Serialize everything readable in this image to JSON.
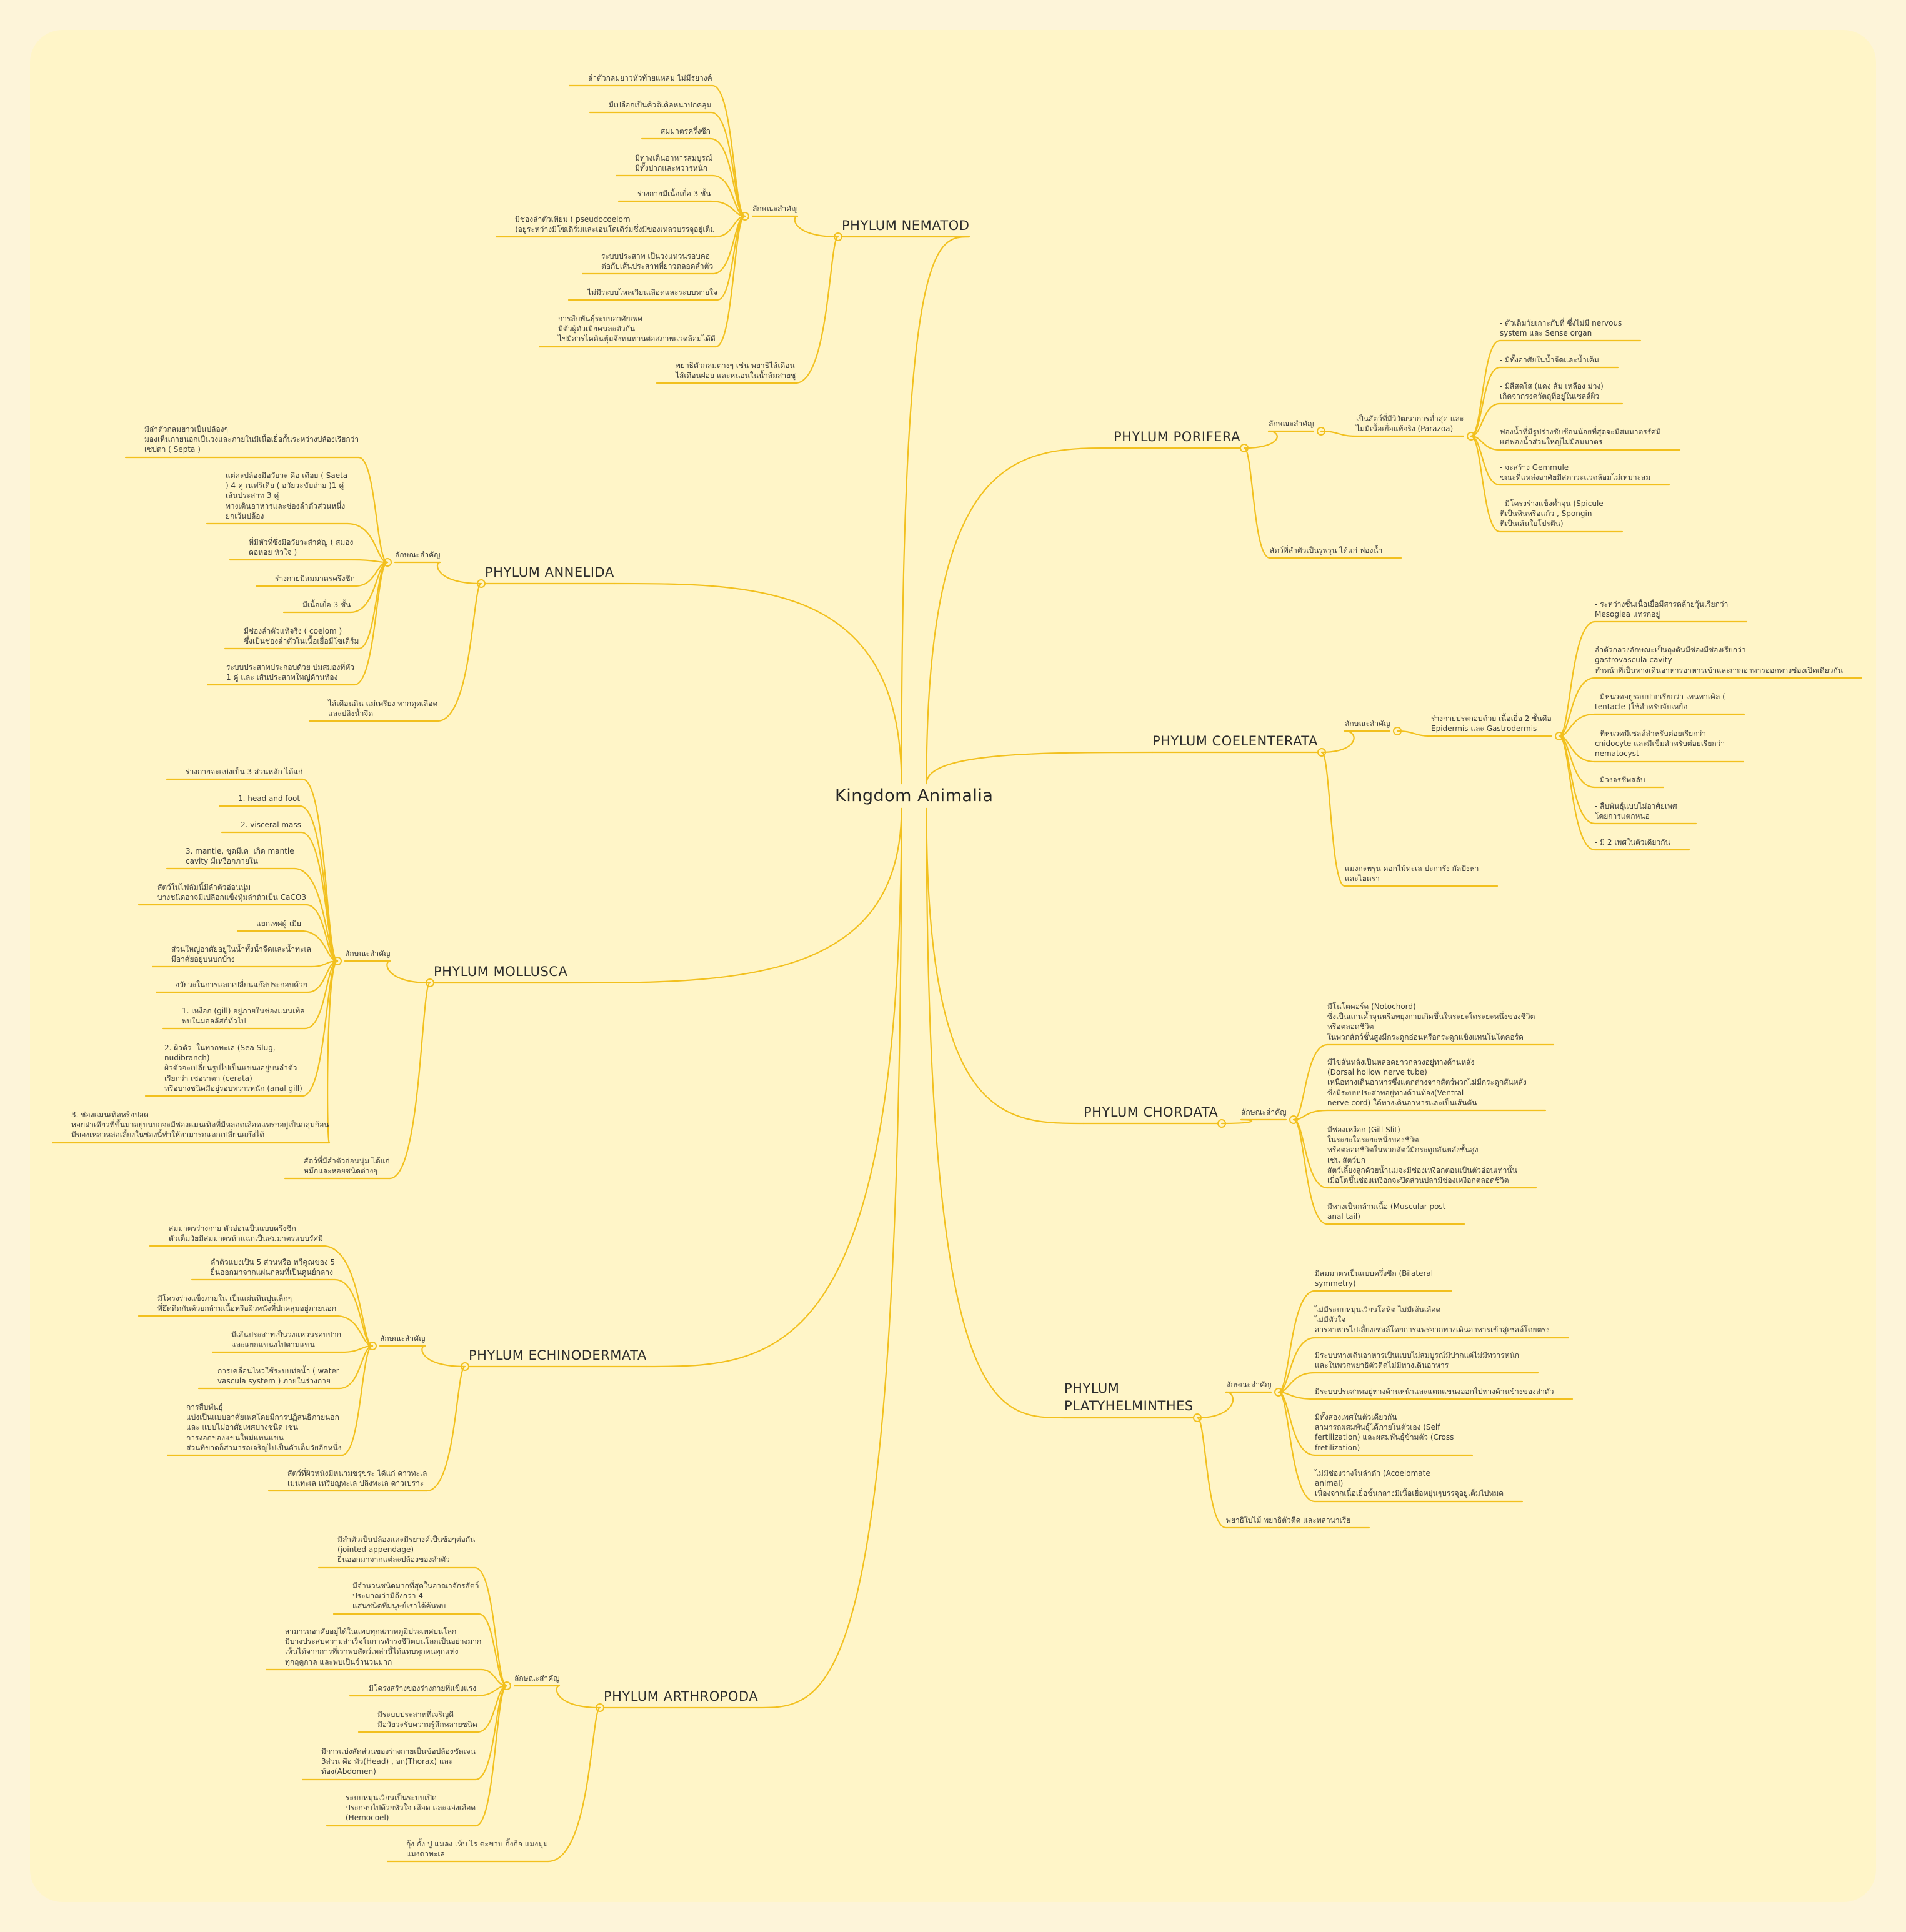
{
  "root": "Kingdom Animalia",
  "category_label": "ลักษณะสำคัญ",
  "colors": {
    "line": "#f2c01e",
    "node_fill": "#fff5c8",
    "text": "#3b3b3b",
    "background": "#fff5c8"
  },
  "phyla": [
    {
      "key": "nematod",
      "label": "PHYLUM NEMATOD",
      "features": [
        "ลำตัวกลมยาวหัวท้ายแหลม ไม่มีรยางค์",
        "มีเปลือกเป็นคิวติเคิลหนาปกคลุม",
        "สมมาตรครึ่งซีก",
        "มีทางเดินอาหารสมบูรณ์\nมีทั้งปากและทวารหนัก",
        "ร่างกายมีเนื้อเยื่อ 3 ชั้น",
        "มีช่องลำตัวเทียม ( pseudocoelom\n)อยู่ระหว่างมีโซเดิร์มและเอนโดเดิร์มซึ่งมีของเหลวบรรจุอยู่เต็ม",
        "ระบบประสาท เป็นวงแหวนรอบคอ\nต่อกับเส้นประสาทที่ยาวตลอดลำตัว",
        "ไม่มีระบบไหลเวียนเลือดและระบบหายใจ",
        "การสืบพันธุ์ระบบอาศัยเพศ\nมีตัวผู้ตัวเมียคนละตัวกัน\nไข่มีสารไคตินหุ้มจึงทนทานต่อสภาพแวดล้อมได้ดี"
      ],
      "examples": "พยาธิตัวกลมต่างๆ เช่น พยาธิไส้เดือน\nไส้เดือนฝอย และหนอนในน้ำส้มสายชู"
    },
    {
      "key": "porifera",
      "label": "PHYLUM PORIFERA",
      "mid": "เป็นสัตว์ที่มีวิวัฒนาการต่ำสุด และ\nไม่มีเนื้อเยื่อแท้จริง (Parazoa)",
      "features": [
        "- ตัวเต็มวัยเกาะกับที่ ซึ่งไม่มี nervous\nsystem และ Sense organ",
        "- มีทั้งอาศัยในน้ำจืดและน้ำเค็ม",
        "- มีสีสดใส (แดง ส้ม เหลือง ม่วง)\nเกิดจากรงควัตถุที่อยู่ในเซลล์ผิว",
        "-\nฟองน้ำที่มีรูปร่างซับซ้อนน้อยที่สุดจะมีสมมาตรรัศมี\nแต่ฟองน้ำส่วนใหญ่ไม่มีสมมาตร",
        "- จะสร้าง Gemmule\nขณะที่แหล่งอาศัยมีสภาวะแวดล้อมไม่เหมาะสม",
        "- มีโครงร่างแข็งค้ำจุน (Spicule\nที่เป็นหินหรือแก้ว , Spongin\nที่เป็นเส้นใยโปรตีน)"
      ],
      "examples": "สัตว์ที่ลำตัวเป็นรูพรุน ได้แก่ ฟองน้ำ"
    },
    {
      "key": "annelida",
      "label": "PHYLUM ANNELIDA",
      "features": [
        "มีลำตัวกลมยาวเป็นปล้องๆ\nมองเห็นภายนอกเป็นวงและภายในมีเนื้อเยื่อกั้นระหว่างปล้องเรียกว่า\nเซปตา ( Septa )",
        "แต่ละปล้องมีอวัยวะ คือ เดือย ( Saeta\n) 4 คู่ เนฟริเดีย ( อวัยวะขับถ่าย )1 คู่\nเส้นประสาท 3 คู่\nทางเดินอาหารและช่องลำตัวส่วนหนึ่ง\nยกเว้นปล้อง",
        "ที่มีหัวที่ซึ่งมีอวัยวะสำคัญ ( สมอง\nคอหอย หัวใจ )",
        "ร่างกายมีสมมาตรครึ่งซีก",
        "มีเนื้อเยื่อ 3 ชั้น",
        "มีช่องลำตัวแท้จริง ( coelom )\nซึ่งเป็นช่องลำตัวในเนื้อเยื่อมีโซเดิร์ม",
        "ระบบประสาทประกอบด้วย ปมสมองที่หัว\n1 คู่ และ เส้นประสาทใหญ่ด้านท้อง"
      ],
      "examples": "ไส้เดือนดิน แม่เพรียง ทากดูดเลือด\nและปลิงน้ำจืด"
    },
    {
      "key": "coelenterata",
      "label": "PHYLUM COELENTERATA",
      "mid": "ร่างกายประกอบด้วย เนื้อเยื่อ 2 ชั้นคือ\nEpidermis และ Gastrodermis",
      "features": [
        "- ระหว่างชั้นเนื้อเยื่อมีสารคล้ายวุ้นเรียกว่า\nMesoglea แทรกอยู่",
        "-\nลำตัวกลวงลักษณะเป็นถุงตันมีช่องมีช่องเรียกว่า\ngastrovascula cavity\nทำหน้าที่เป็นทางเดินอาหารอาหารเข้าและกากอาหารออกทางช่องเปิดเดียวกัน",
        "- มีหนวดอยู่รอบปากเรียกว่า เทนทาเคิล (\ntentacle )ใช้สำหรับจับเหยื่อ",
        "- ที่หนวดมีเซลล์สำหรับต่อยเรียกว่า\ncnidocyte และมีเข็มสำหรับต่อยเรียกว่า\nnematocyst",
        "- มีวงจรชีพสลับ",
        "- สืบพันธุ์แบบไม่อาศัยเพศ\nโดยการแตกหน่อ",
        "- มี 2 เพศในตัวเดียวกัน"
      ],
      "examples": "แมงกะพรุน ดอกไม้ทะเล ปะการัง กัลปังหา\nและไฮดรา"
    },
    {
      "key": "mollusca",
      "label": "PHYLUM MOLLUSCA",
      "features": [
        "ร่างกายจะแบ่งเป็น 3 ส่วนหลัก ได้แก่",
        "1. head and foot",
        "2. visceral mass",
        "3. mantle, ชุดมีเค  เกิด mantle\ncavity มีเหงือกภายใน",
        "สัตว์ในไฟลัมนี้มีลำตัวอ่อนนุ่ม\nบางชนิดอาจมีเปลือกแข็งหุ้มลำตัวเป็น CaCO3",
        "แยกเพศผู้-เมีย",
        "ส่วนใหญ่อาศัยอยู่ในน้ำทั้งน้ำจืดและน้ำทะเล\nมีอาศัยอยู่บนบกบ้าง",
        "อวัยวะในการแลกเปลี่ยนแก๊สประกอบด้วย",
        "1. เหงือก (gill) อยู่ภายในช่องแมนเทิล\nพบในมอลลัสก์ทั่วไป",
        "2. ผิวตัว  ในทากทะเล (Sea Slug,\nnudibranch)\nผิวตัวจะเปลี่ยนรูปไปเป็นแขนงอยู่บนลำตัว\nเรียกว่า เซอราตา (cerata)\nหรือบางชนิดมีอยู่รอบทวารหนัก (anal gill)",
        "3. ช่องแมนเทิลหรือปอด\nหอยฝาเดียวที่ขึ้นมาอยู่บนบกจะมีช่องแมนเทิลที่มีหลอดเลือดแทรกอยู่เป็นกลุ่มก้อน\nมีของเหลวหล่อเลี้ยงในช่องนี้ทำให้สามารถแลกเปลี่ยนแก๊สได้"
      ],
      "examples": "สัตว์ที่มีลำตัวอ่อนนุ่ม ได้แก่\nหมึกและหอยชนิดต่างๆ"
    },
    {
      "key": "chordata",
      "label": "PHYLUM CHORDATA",
      "features": [
        "มีโนโตคอร์ด (Notochord)\nซึ่งเป็นแกนค้ำจุนหรือพยุงกายเกิดขึ้นในระยะใดระยะหนึ่งของชีวิต\nหรือตลอดชีวิต\nในพวกสัตว์ชั้นสูงมีกระดูกอ่อนหรือกระดูกแข็งแทนโนโตคอร์ด",
        "มีไขสันหลังเป็นหลอดยาวกลวงอยู่ทางด้านหลัง\n(Dorsal hollow nerve tube)\nเหนือทางเดินอาหารซึ่งแตกต่างจากสัตว์พวกไม่มีกระดูกสันหลัง\nซึ่งมีระบบประสาทอยู่ทางด้านท้อง(Ventral\nnerve cord) ใต้ทางเดินอาหารและเป็นเส้นตัน",
        "มีช่องเหงือก (Gill Slit)\nในระยะใดระยะหนึ่งของชีวิต\nหรือตลอดชีวิตในพวกสัตว์มีกระดูกสันหลังชั้นสูง\nเช่น สัตว์บก\nสัตว์เลี้ยงลูกด้วยน้ำนมจะมีช่องเหงือกตอนเป็นตัวอ่อนเท่านั้น\nเมื่อโตขึ้นช่องเหงือกจะปิดส่วนปลามีช่องเหงือกตลอดชีวิต",
        "มีหางเป็นกล้ามเนื้อ (Muscular post\nanal tail)"
      ]
    },
    {
      "key": "echinodermata",
      "label": "PHYLUM ECHINODERMATA",
      "features": [
        "สมมาตรร่างกาย ตัวอ่อนเป็นแบบครึ่งซีก\nตัวเต็มวัยมีสมมาตรห้าแฉกเป็นสมมาตรแบบรัศมี",
        "ลำตัวแบ่งเป็น 5 ส่วนหรือ ทวีคูณของ 5\nยื่นออกมาจากแผ่นกลมที่เป็นศูนย์กลาง",
        "มีโครงร่างแข็งภายใน เป็นแผ่นหินปูนเล็กๆ\nที่ยึดติดกันด้วยกล้ามเนื้อหรือผิวหนังที่ปกคลุมอยู่ภายนอก",
        "มีเส้นประสาทเป็นวงแหวนรอบปาก\nและแยกแขนงไปตามแขน",
        "การเคลื่อนไหวใช้ระบบท่อน้ำ ( water\nvascula system ) ภายในร่างกาย",
        "การสืบพันธุ์\nแบ่งเป็นแบบอาศัยเพศโดยมีการปฏิสนธิภายนอก\nและ แบบไม่อาศัยเพศบางชนิด เช่น\nการงอกของแขนใหม่แทนแขน\nส่วนที่ขาดก็สามารถเจริญไปเป็นตัวเต็มวัยอีกหนึ่ง"
      ],
      "examples": "สัตว์ที่ผิวหนังมีหนามขรุขระ ได้แก่ ดาวทะเล\nเม่นทะเล เหรียญทะเล ปลิงทะเล ดาวเปราะ"
    },
    {
      "key": "platyhelminthes",
      "label": "PHYLUM\nPLATYHELMINTHES",
      "features": [
        "มีสมมาตรเป็นแบบครึ่งซีก (Bilateral\nsymmetry)",
        "ไม่มีระบบหมุนเวียนโลหิต ไม่มีเส้นเลือด\nไม่มีหัวใจ\nสารอาหารไปเลี้ยงเซลล์โดยการแพร่จากทางเดินอาหารเข้าสู่เซลล์โดยตรง",
        "มีระบบทางเดินอาหารเป็นแบบไม่สมบูรณ์มีปากแต่ไม่มีทวารหนัก\nและในพวกพยาธิตัวตืดไม่มีทางเดินอาหาร",
        "มีระบบประสาทอยู่ทางด้านหน้าและแตกแขนงออกไปทางด้านข้างของลำตัว",
        "มีทั้งสองเพศในตัวเดียวกัน\nสามารถผสมพันธุ์ได้ภายในตัวเอง (Self\nfertilization) และผสมพันธุ์ข้ามตัว (Cross\nfretilization)",
        "ไม่มีช่องว่างในลำตัว (Acoelomate\nanimal)\nเนื่องจากเนื้อเยื่อชั้นกลางมีเนื้อเยื่อหยุ่นๆบรรจุอยู่เต็มไปหมด"
      ],
      "examples": "พยาธิใบไม้ พยาธิตัวตืด และพลานาเรีย"
    },
    {
      "key": "arthropoda",
      "label": "PHYLUM ARTHROPODA",
      "features": [
        "มีลำตัวเป็นปล้องและมีรยางค์เป็นข้อๆต่อกัน\n(jointed appendage)\nยื่นออกมาจากแต่ละปล้องของลำตัว",
        "มีจำนวนชนิดมากที่สุดในอาณาจักรสัตว์\nประมาณว่ามีถึงกว่า 4\nแสนชนิดที่มนุษย์เราได้ค้นพบ",
        "สามารถอาศัยอยู่ได้ในแทบทุกสภาพภูมิประเทศบนโลก\nมีบางประสบความสำเร็จในการดำรงชีวิตบนโลกเป็นอย่างมาก\nเห็นได้จากการที่เราพบสัตว์เหล่านี้ได้แทบทุกหนทุกแห่ง\nทุกฤดูกาล และพบเป็นจำนวนมาก",
        "มีโครงสร้างของร่างกายที่แข็งแรง",
        "มีระบบประสาทที่เจริญดี\nมีอวัยวะรับความรู้สึกหลายชนิด",
        "มีการแบ่งสัดส่วนของร่างกายเป็นข้อปล้องชัดเจน\n3ส่วน คือ หัว(Head) , อก(Thorax) และ\nท้อง(Abdomen)",
        "ระบบหมุนเวียนเป็นระบบเปิด\nประกอบไปด้วยหัวใจ เลือด และแอ่งเลือด\n(Hemocoel)"
      ],
      "examples": "กุ้ง กั้ง ปู แมลง เห็บ ไร ตะขาบ กิ้งกือ แมงมุม\nแมงดาทะเล"
    }
  ]
}
